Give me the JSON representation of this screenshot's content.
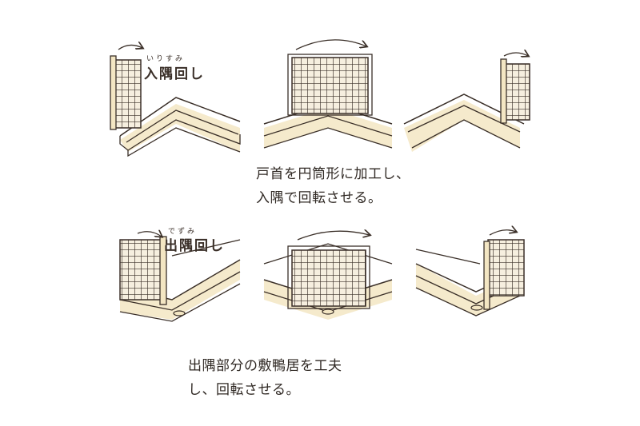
{
  "top_section": {
    "label_ruby": "いりすみ",
    "label": "入隅回し",
    "caption_lines": [
      "戸首を円筒形に加工し、",
      "入隅で回転させる。"
    ]
  },
  "bottom_section": {
    "label_ruby": "でずみ",
    "label": "出隅回し",
    "caption_lines": [
      "出隅部分の敷鴨居を工夫",
      "し、回転させる。"
    ]
  },
  "colors": {
    "wood": "#f3e6c3",
    "ink": "#3a2f28",
    "background": "#ffffff"
  },
  "icons": [
    "rotation-arrow-icon",
    "shoji-screen-icon"
  ]
}
